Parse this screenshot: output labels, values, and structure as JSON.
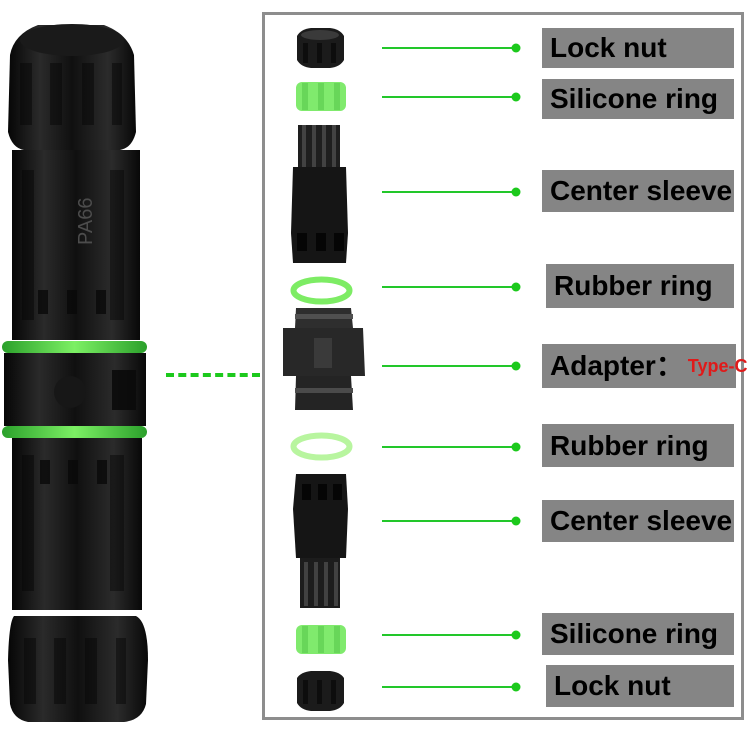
{
  "parts": [
    {
      "label": "Lock nut"
    },
    {
      "label": "Silicone ring"
    },
    {
      "label": "Center sleeve"
    },
    {
      "label": "Rubber ring"
    },
    {
      "label": "Adapter：",
      "detail": "Type-C"
    },
    {
      "label": "Rubber ring"
    },
    {
      "label": "Center sleeve"
    },
    {
      "label": "Silicone ring"
    },
    {
      "label": "Lock nut"
    }
  ],
  "product_mark": {
    "text": "PA66"
  },
  "colors": {
    "accent_green": "#1cc91c",
    "label_background": "#858585",
    "frame_border": "#8d8d8d",
    "type_text": "#e01a1a",
    "product_black": "#171717"
  }
}
